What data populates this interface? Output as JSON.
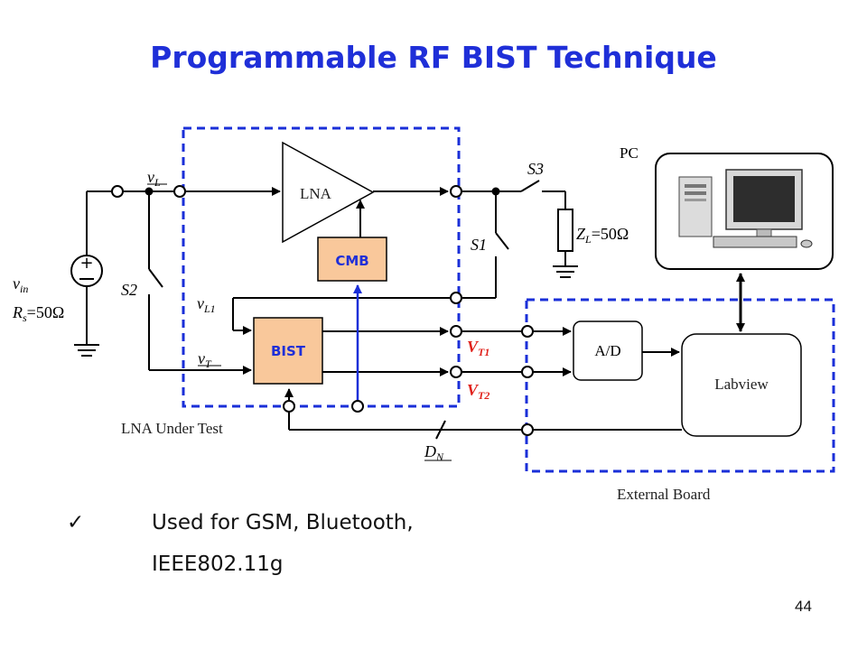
{
  "title": "Programmable RF BIST Technique",
  "diagram": {
    "blocks": {
      "lna": "LNA",
      "cmb": "CMB",
      "bist": "BIST",
      "ad": "A/D",
      "labview": "Labview"
    },
    "labels": {
      "pc": "PC",
      "lna_under_test": "LNA Under Test",
      "external_board": "External Board",
      "s1": "S1",
      "s2": "S2",
      "s3": "S3",
      "v_in_base": "v",
      "v_in_sub": "in",
      "rs_base": "R",
      "rs_sub": "s",
      "rs_value": "=50Ω",
      "zl_base": "Z",
      "zl_sub": "L",
      "zl_value": "=50Ω",
      "vl_base": "v",
      "vl_sub": "L",
      "vl1_base": "v",
      "vl1_sub": "L1",
      "vt_base": "v",
      "vt_sub": "T",
      "vt1_base": "V",
      "vt1_sub": "T1",
      "vt2_base": "V",
      "vt2_sub": "T2",
      "dn_base": "D",
      "dn_sub": "N"
    },
    "colors": {
      "dashed_border": "#1a2fd8",
      "block_fill": "#f9c89b",
      "cmb_bist_text": "#1f2fd8",
      "vt_label": "#e0201a",
      "control_line": "#1a2fd8"
    }
  },
  "bullets": {
    "check": "✓",
    "line1": "Used for GSM, Bluetooth,",
    "line2": "IEEE802.11g"
  },
  "page_number": "44"
}
